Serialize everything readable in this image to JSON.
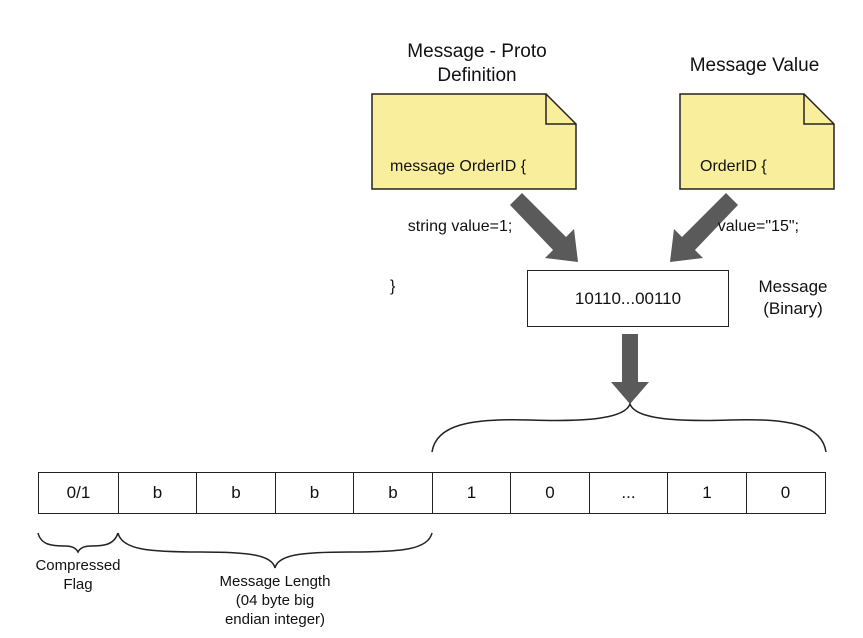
{
  "proto_definition": {
    "title_line1": "Message - Proto",
    "title_line2": "Definition",
    "code_line1": "message OrderID {",
    "code_line2": "    string value=1;",
    "code_line3": "}"
  },
  "message_value": {
    "title": "Message Value",
    "code_line1": "OrderID {",
    "code_line2": "    value=\"15\";",
    "code_line3": "}"
  },
  "binary_message": {
    "value": "10110...00110",
    "label_line1": "Message",
    "label_line2": "(Binary)"
  },
  "frame_cells": [
    "0/1",
    "b",
    "b",
    "b",
    "b",
    "1",
    "0",
    "...",
    "1",
    "0"
  ],
  "labels": {
    "compressed_flag_line1": "Compressed",
    "compressed_flag_line2": "Flag",
    "message_length_line1": "Message Length",
    "message_length_line2": "(04 byte big",
    "message_length_line3": "endian integer)"
  },
  "colors": {
    "note_fill": "#f9ee9c",
    "arrow": "#5a5a5a",
    "stroke": "#222222"
  }
}
